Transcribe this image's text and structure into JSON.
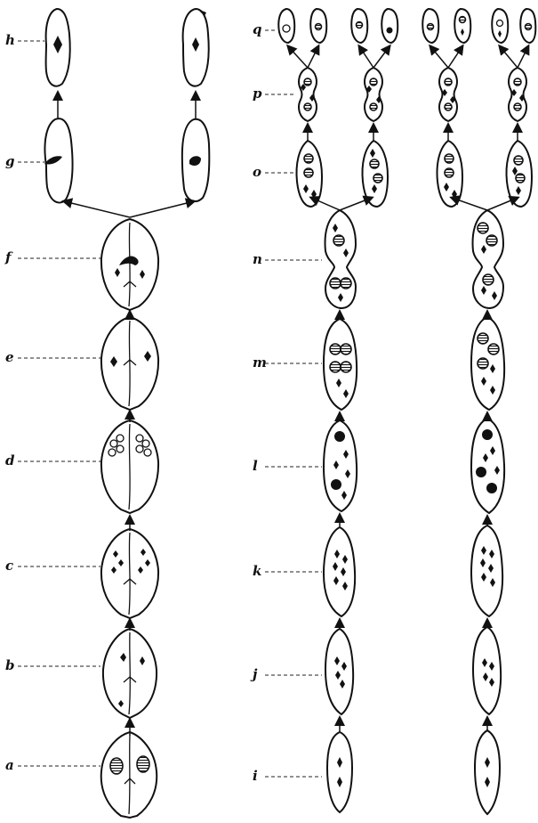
{
  "figure": {
    "stage_labels": {
      "a": "a",
      "b": "b",
      "c": "c",
      "d": "d",
      "e": "e",
      "f": "f",
      "g": "g",
      "h": "h",
      "i": "i",
      "j": "j",
      "k": "k",
      "l": "l",
      "m": "m",
      "n": "n",
      "o": "o",
      "p": "p",
      "q": "q"
    }
  }
}
